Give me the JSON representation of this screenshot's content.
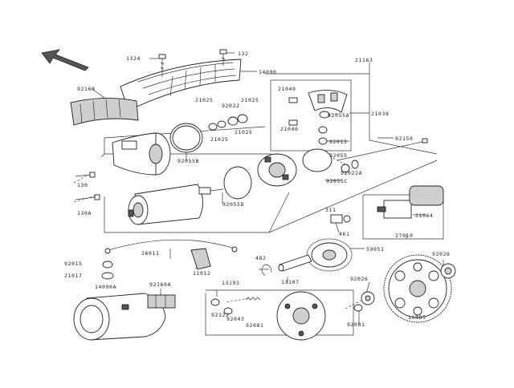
{
  "labels": {
    "l1324": "1324",
    "l132": "132",
    "l14090": "14090",
    "l92160": "92160",
    "l21163": "21163",
    "l21040": "21040",
    "l21038": "21038",
    "l92055a": "92055A",
    "l21040b": "21040",
    "l92015a": "92015",
    "l21025a": "21025",
    "l92022": "92022",
    "l21025b": "21025",
    "l21025c": "21025",
    "l21025d": "21025",
    "l92055b": "92055B",
    "l92055": "92055",
    "l92150": "92150",
    "l92022a": "92022A",
    "l92055c": "92055C",
    "l130": "130",
    "l130a": "130A",
    "l92055d": "92055D",
    "l311": "311",
    "l21064": "21064",
    "l461": "461",
    "l27010": "27010",
    "l26011": "26011",
    "l11012": "11012",
    "l92015b": "92015",
    "l21017": "21017",
    "l482": "482",
    "l13107": "13107",
    "l59051": "59051",
    "l92026": "92026",
    "l92026b": "92026",
    "l14090a": "14090A",
    "l92160a": "92160A",
    "l13193": "13193",
    "l92122": "92122",
    "l92043": "92043",
    "l92081": "92081",
    "l92081b": "92081",
    "l16085": "16085"
  },
  "colors": {
    "line": "#333333",
    "part_fill": "#ffffff",
    "shade": "#cfcfcf",
    "dark": "#555555"
  },
  "icons": {
    "front_arrow": "arrow-up-left-icon"
  }
}
